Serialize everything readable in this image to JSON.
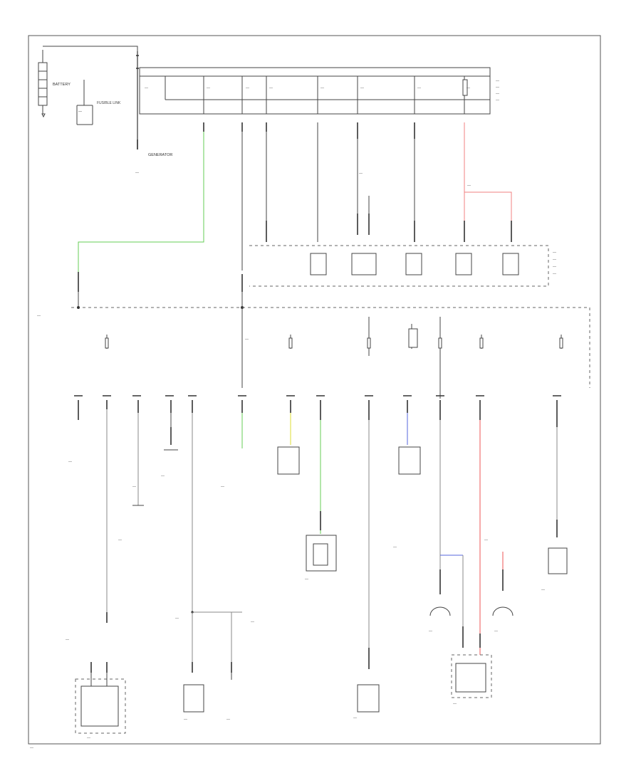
{
  "diagram": {
    "labels": {
      "battery": "BATTERY",
      "fusible_link": "FUSIBLE LINK",
      "generator": "GENERATOR",
      "ref_code": "—",
      "footer": "—"
    }
  }
}
